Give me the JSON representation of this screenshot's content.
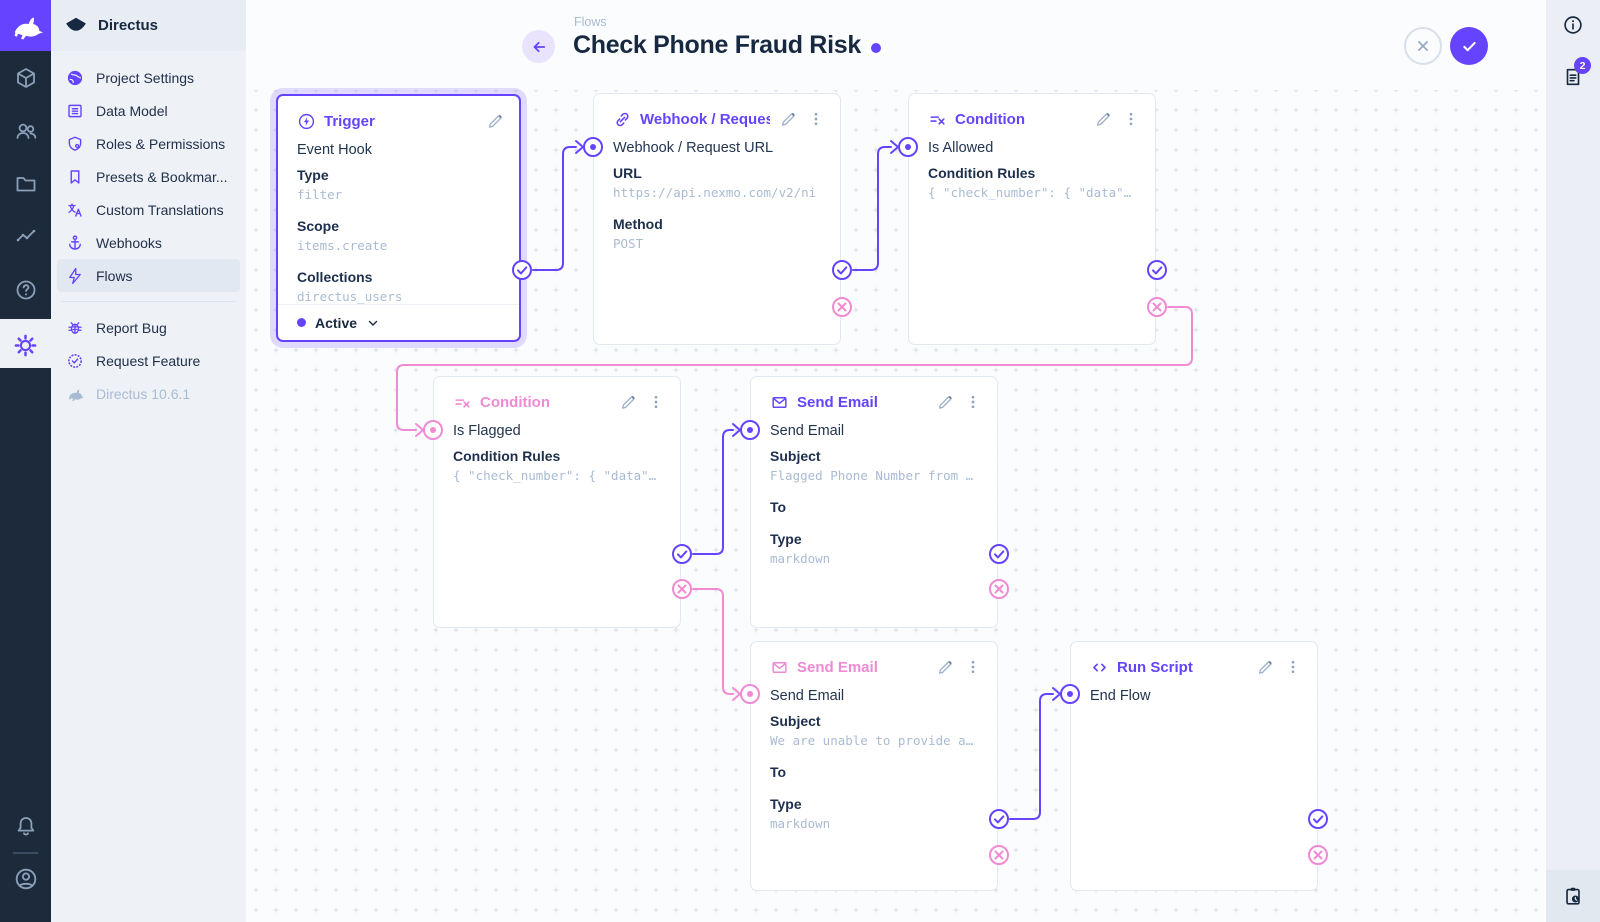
{
  "colors": {
    "accent": "#6644ff",
    "reject_pink": "#ef8ad3",
    "text_dark": "#172940",
    "muted": "#a9bbd2"
  },
  "module_bar": {
    "help_glyph": "?",
    "icons": [
      "directus-logo",
      "content-module",
      "users-module",
      "files-module",
      "insights-module",
      "docs-module",
      "settings-module",
      "notifications-bell",
      "user-avatar"
    ]
  },
  "sidebar": {
    "project_name": "Directus",
    "items": [
      {
        "label": "Project Settings",
        "icon": "globe-icon"
      },
      {
        "label": "Data Model",
        "icon": "data-model-icon"
      },
      {
        "label": "Roles & Permissions",
        "icon": "shield-icon"
      },
      {
        "label": "Presets & Bookmar...",
        "icon": "bookmark-icon"
      },
      {
        "label": "Custom Translations",
        "icon": "translate-icon"
      },
      {
        "label": "Webhooks",
        "icon": "anchor-icon"
      },
      {
        "label": "Flows",
        "icon": "bolt-icon",
        "active": true
      }
    ],
    "footer_items": [
      {
        "label": "Report Bug",
        "icon": "bug-icon"
      },
      {
        "label": "Request Feature",
        "icon": "seal-check-icon"
      },
      {
        "label": "Directus 10.6.1",
        "icon": "rabbit-icon",
        "muted": true
      }
    ]
  },
  "header": {
    "breadcrumb": "Flows",
    "title": "Check Phone Fraud Risk"
  },
  "right_rail": {
    "badge": "2"
  },
  "flow": {
    "nodes": {
      "trigger": {
        "title": "Trigger",
        "name": "Event Hook",
        "fields": [
          {
            "label": "Type",
            "value": "filter"
          },
          {
            "label": "Scope",
            "value": "items.create"
          },
          {
            "label": "Collections",
            "value": "directus_users"
          }
        ],
        "status": "Active"
      },
      "webhook": {
        "title": "Webhook / Request URL",
        "name": "Webhook / Request URL",
        "fields": [
          {
            "label": "URL",
            "value": "https://api.nexmo.com/v2/ni"
          },
          {
            "label": "Method",
            "value": "POST"
          }
        ]
      },
      "condition_allowed": {
        "title": "Condition",
        "name": "Is Allowed",
        "fields": [
          {
            "label": "Condition Rules",
            "value": "{ \"check_number\": { \"data\"…"
          }
        ]
      },
      "condition_flagged": {
        "title": "Condition",
        "name": "Is Flagged",
        "fields": [
          {
            "label": "Condition Rules",
            "value": "{ \"check_number\": { \"data\"…"
          }
        ]
      },
      "email_flagged": {
        "title": "Send Email",
        "name": "Send Email",
        "fields": [
          {
            "label": "Subject",
            "value": "Flagged Phone Number from …"
          },
          {
            "label": "To",
            "value": ""
          },
          {
            "label": "Type",
            "value": "markdown"
          }
        ]
      },
      "email_unable": {
        "title": "Send Email",
        "name": "Send Email",
        "fields": [
          {
            "label": "Subject",
            "value": "We are unable to provide a…"
          },
          {
            "label": "To",
            "value": ""
          },
          {
            "label": "Type",
            "value": "markdown"
          }
        ]
      },
      "run_script": {
        "title": "Run Script",
        "name": "End Flow",
        "fields": []
      }
    }
  }
}
